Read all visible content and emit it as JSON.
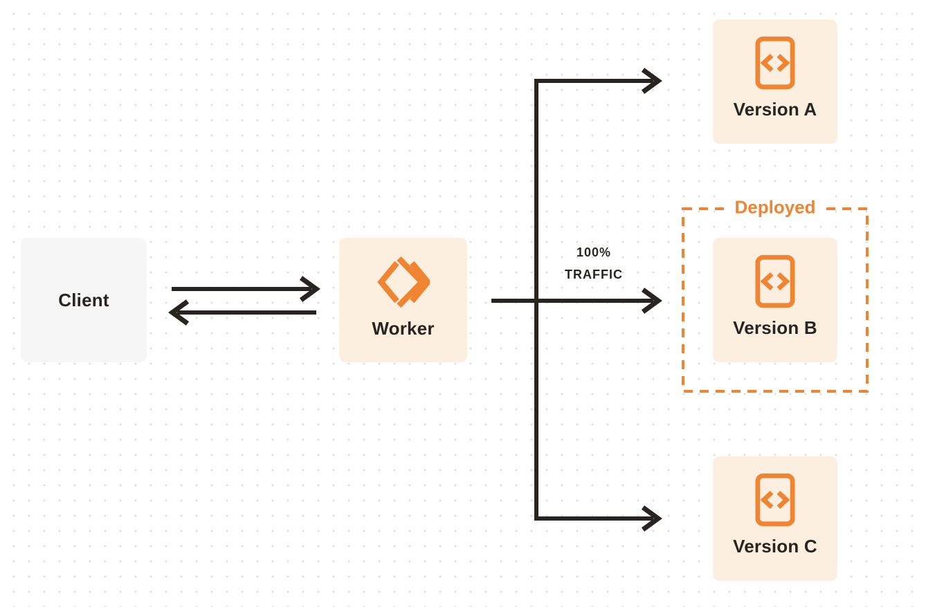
{
  "diagram": {
    "nodes": {
      "client": {
        "label": "Client"
      },
      "worker": {
        "label": "Worker",
        "icon": "workers-logo-icon"
      },
      "versions": [
        {
          "label": "Version A",
          "icon": "code-file-icon",
          "deployed": false
        },
        {
          "label": "Version B",
          "icon": "code-file-icon",
          "deployed": true
        },
        {
          "label": "Version C",
          "icon": "code-file-icon",
          "deployed": false
        }
      ]
    },
    "annotations": {
      "deployed": "Deployed",
      "traffic_line1": "100%",
      "traffic_line2": "TRAFFIC"
    },
    "edges": [
      {
        "from": "client",
        "to": "worker"
      },
      {
        "from": "worker",
        "to": "client"
      },
      {
        "from": "worker",
        "to": "version-a"
      },
      {
        "from": "worker",
        "to": "version-b",
        "label": "100% TRAFFIC"
      },
      {
        "from": "worker",
        "to": "version-c"
      }
    ]
  },
  "colors": {
    "orange": "#EF8432",
    "cream": "#FCEFE0",
    "client-bg": "#F6F6F7",
    "ink": "#282420",
    "dot": "#E0E0E0",
    "bg": "#FFFFFF"
  }
}
